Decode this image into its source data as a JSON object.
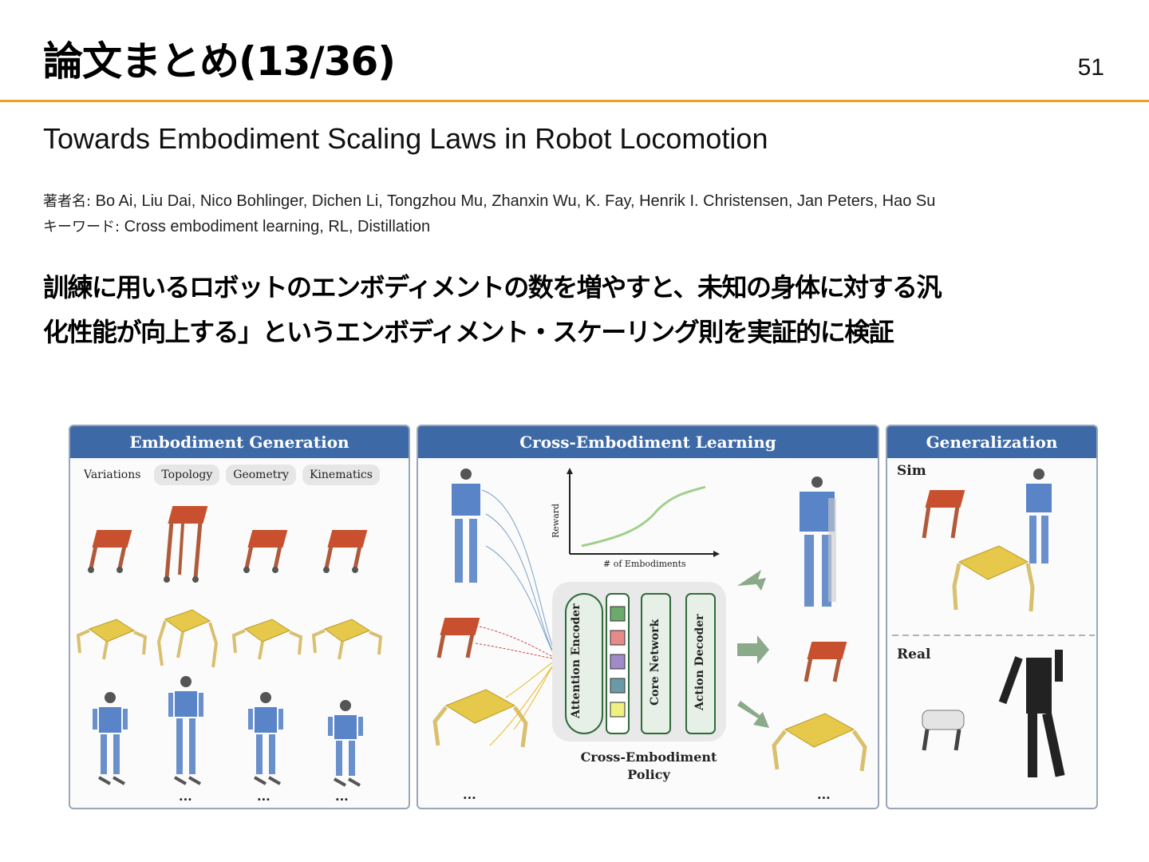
{
  "slide": {
    "title": "論文まとめ(13/36)",
    "page_number": "51"
  },
  "paper": {
    "title": "Towards Embodiment Scaling Laws in Robot Locomotion",
    "authors_label": "著者名:",
    "authors": "Bo Ai, Liu Dai, Nico Bohlinger, Dichen Li, Tongzhou Mu, Zhanxin Wu, K. Fay, Henrik I. Christensen, Jan Peters, Hao Su",
    "keywords_label": "キーワード:",
    "keywords": "Cross embodiment learning, RL, Distillation"
  },
  "summary": {
    "line1": "訓練に用いるロボットのエンボディメントの数を増やすと、未知の身体に対する汎",
    "line2": "化性能が向上する」というエンボディメント・スケーリング則を実証的に検証"
  },
  "figure": {
    "colors": {
      "header": "#3d6aa6",
      "accent_rule": "#f0a020",
      "red_body": "#c8502e",
      "yellow_body": "#e6c84a",
      "blue_body": "#5a84c8",
      "green": "#7fb77e"
    },
    "embodiment_generation": {
      "header": "Embodiment Generation",
      "variations_label": "Variations",
      "chips": [
        "Topology",
        "Geometry",
        "Kinematics"
      ],
      "ellipsis": "..."
    },
    "cross_embodiment_learning": {
      "header": "Cross-Embodiment Learning",
      "plot_ylabel": "Reward",
      "plot_xlabel": "# of Embodiments",
      "encoder_label": "Attention Encoder",
      "core_label": "Core Network",
      "decoder_label": "Action Decoder",
      "policy_label_line1": "Cross-Embodiment",
      "policy_label_line2": "Policy",
      "ellipsis": "..."
    },
    "generalization": {
      "header": "Generalization",
      "sim_label": "Sim",
      "real_label": "Real"
    }
  }
}
